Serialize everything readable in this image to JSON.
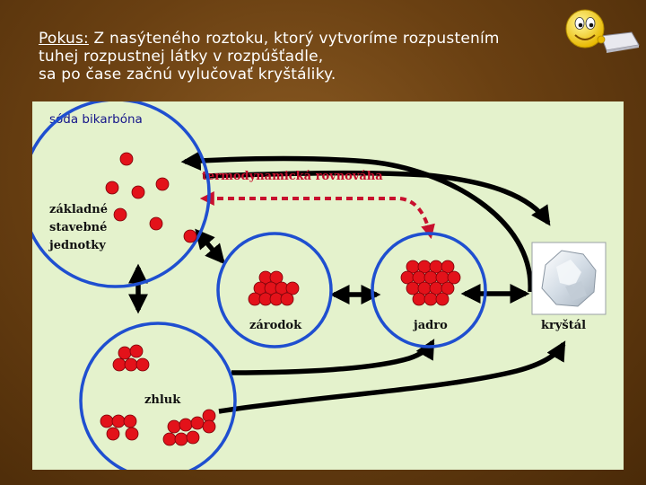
{
  "title": {
    "lead": "Pokus:",
    "rest": " Z nasýteného roztoku, ktorý vytvoríme rozpustením",
    "line2": "tuhej rozpustnej látky v rozpúšťadle,",
    "line3": "sa po čase začnú vylučovať kryštáliky."
  },
  "diagram": {
    "sample_label": "sóda bikarbóna",
    "equilibrium_label": "termodynamická rovnováha",
    "units_label_lines": [
      "základné",
      "stavebné",
      "jednotky"
    ],
    "cluster_label": "zhluk",
    "embryo_label": "zárodok",
    "nucleus_label": "jadro",
    "crystal_label": "kryštál"
  },
  "colors": {
    "particle": "#e3121a",
    "circle_border": "#1f4fd0",
    "arrow": "#000000",
    "equilibrium_arrow": "#c8102e",
    "panel_bg": "#e4f2cc"
  },
  "icons": [
    "smiley-laptop-icon",
    "crystal-photo-icon"
  ]
}
